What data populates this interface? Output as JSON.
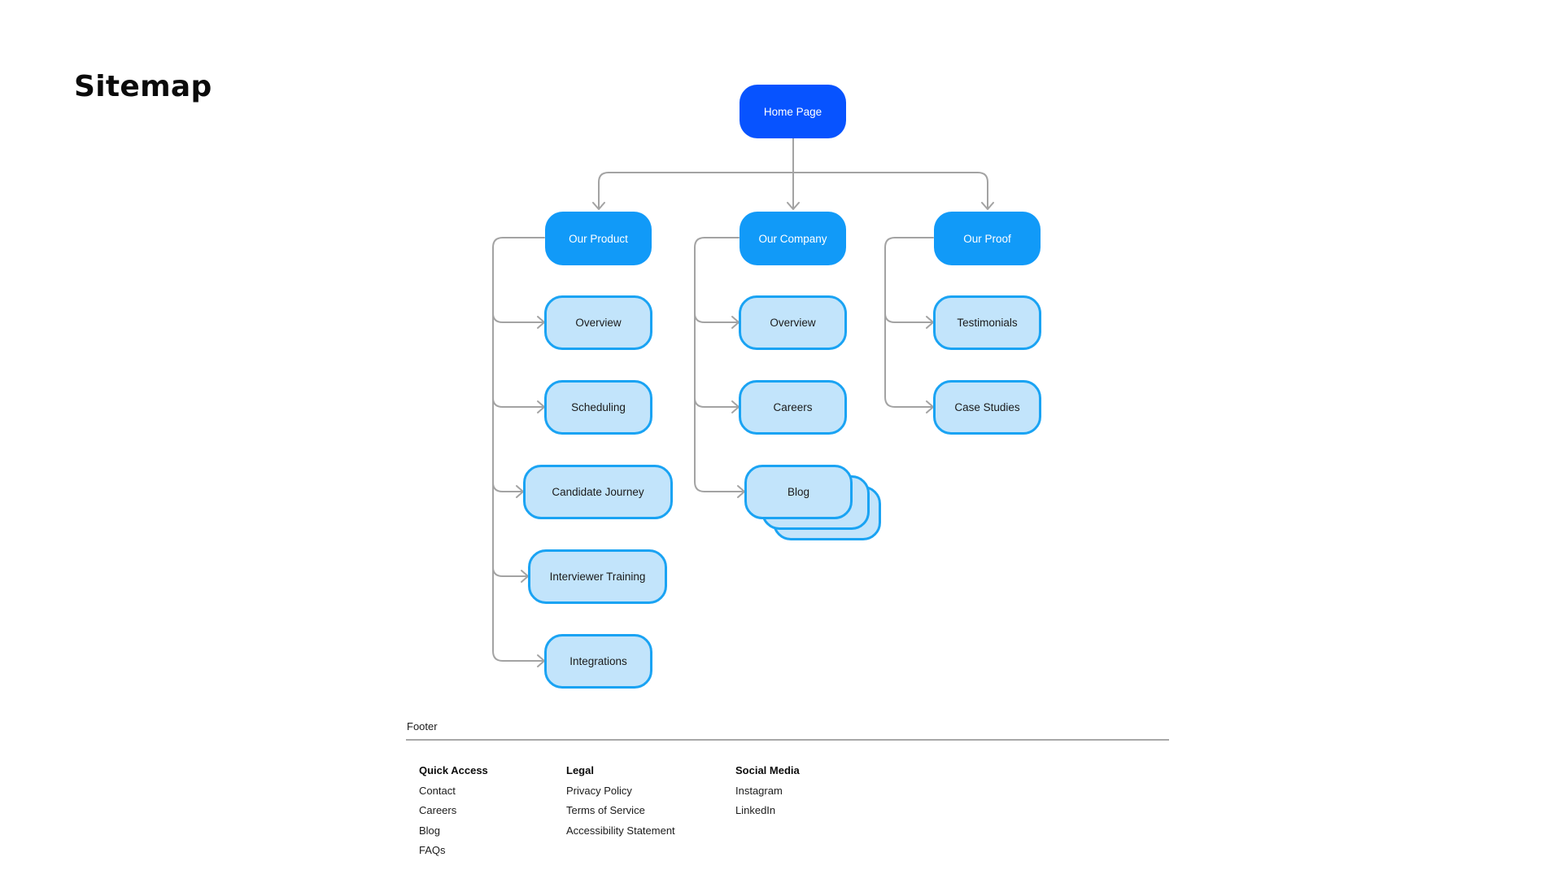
{
  "title": "Sitemap",
  "colors": {
    "root": "#0753ff",
    "section": "#119af8",
    "page_fill": "#c2e4fb",
    "page_border": "#1aa3f3",
    "connector": "#a3a3a3"
  },
  "sitemap": {
    "root": "Home Page",
    "sections": [
      {
        "label": "Our Product",
        "pages": [
          "Overview",
          "Scheduling",
          "Candidate Journey",
          "Interviewer Training",
          "Integrations"
        ]
      },
      {
        "label": "Our Company",
        "pages": [
          "Overview",
          "Careers",
          "Blog"
        ]
      },
      {
        "label": "Our Proof",
        "pages": [
          "Testimonials",
          "Case Studies"
        ]
      }
    ]
  },
  "footer": {
    "label": "Footer",
    "columns": [
      {
        "heading": "Quick Access",
        "links": [
          "Contact",
          "Careers",
          "Blog",
          "FAQs"
        ]
      },
      {
        "heading": "Legal",
        "links": [
          "Privacy Policy",
          "Terms of Service",
          "Accessibility Statement"
        ]
      },
      {
        "heading": "Social Media",
        "links": [
          "Instagram",
          "LinkedIn"
        ]
      }
    ]
  }
}
